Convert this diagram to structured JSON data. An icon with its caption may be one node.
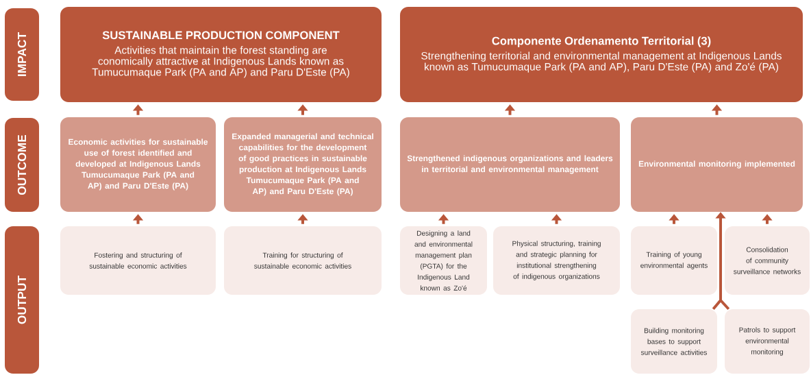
{
  "diagram": {
    "nodes": [
      {
        "text": [
          "IMPACT"
        ]
      },
      {
        "text": [
          "OUTCOME"
        ]
      },
      {
        "text": [
          "OUTPUT"
        ]
      },
      {
        "text": [
          "SUSTAINABLE PRODUCTION COMPONENT",
          "Activities that maintain the forest standing are conomically attractive at Indigenous Lands known as Tumucumaque Park (PA and AP) and Paru D'Este (PA)"
        ]
      },
      {
        "text": [
          "Componente Ordenamento Territorial (3)",
          "Strengthening territorial and environmental management at Indigenous Lands known as Tumucumaque Park (PA and AP), Paru D'Este (PA) and Zo'é (PA)"
        ]
      },
      {
        "text": [
          "Economic activities for sustainable use of forest identified and developed at Indigenous Lands Tumucumaque Park (PA and AP) and Paru D'Este (PA)"
        ]
      },
      {
        "text": [
          "Expanded managerial and technical capabilities for the development of good practices in sustainable production at Indigenous Lands Tumucumaque Park (PA and AP) and Paru D'Este (PA)"
        ]
      },
      {
        "text": [
          "Strengthened indigenous organizations and leaders in territorial and environmental management"
        ]
      },
      {
        "text": [
          "Environmental monitoring implemented"
        ]
      },
      {
        "text": [
          "Fostering and structuring of sustainable economic activities"
        ]
      },
      {
        "text": [
          "Training for structuring of sustainable economic activities"
        ]
      },
      {
        "text": [
          "Designing a land and environmental management plan (PGTA) for the Indigenous Land known as Zo'é"
        ]
      },
      {
        "text": [
          "Physical structuring, training and strategic planning for institutional strengthening of indigenous organizations"
        ]
      },
      {
        "text": [
          "Training of young environmental agents"
        ]
      },
      {
        "text": [
          "Consolidation of community surveillance networks"
        ]
      },
      {
        "text": [
          "Building monitoring bases to support surveillance activities"
        ]
      },
      {
        "text": [
          "Patrols to support environmental monitoring"
        ]
      }
    ],
    "edges": [
      {
        "from": 5,
        "to": 3,
        "arrow": "to"
      },
      {
        "from": 6,
        "to": 3,
        "arrow": "to"
      },
      {
        "from": 7,
        "to": 4,
        "arrow": "to"
      },
      {
        "from": 8,
        "to": 4,
        "arrow": "to"
      },
      {
        "from": 9,
        "to": 5,
        "arrow": "to"
      },
      {
        "from": 10,
        "to": 6,
        "arrow": "to"
      },
      {
        "from": 11,
        "to": 7,
        "arrow": "to"
      },
      {
        "from": 12,
        "to": 7,
        "arrow": "to"
      },
      {
        "from": 13,
        "to": 8,
        "arrow": "to"
      },
      {
        "from": 14,
        "to": 8,
        "arrow": "to"
      },
      {
        "from": 15,
        "to": 8,
        "arrow": "to"
      },
      {
        "from": 16,
        "to": 8,
        "arrow": "to"
      }
    ]
  }
}
